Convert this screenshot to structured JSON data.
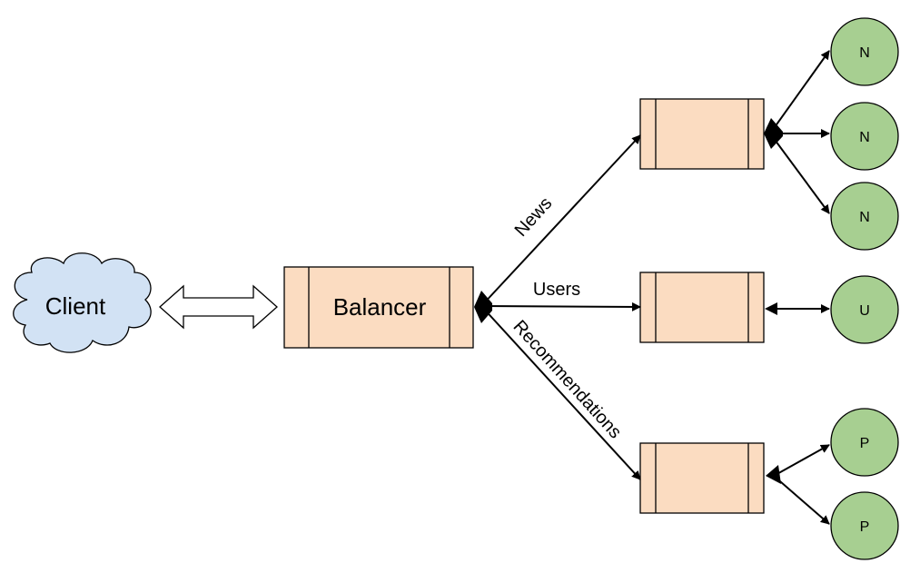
{
  "colors": {
    "process_fill": "#fbdcc1",
    "process_stroke": "#000000",
    "circle_fill": "#a7cf91",
    "circle_stroke": "#000000",
    "cloud_fill": "#d2e2f4",
    "cloud_stroke": "#000000",
    "line": "#000000"
  },
  "client": {
    "label": "Client"
  },
  "balancer": {
    "label": "Balancer"
  },
  "edges": {
    "news": "News",
    "users": "Users",
    "recommendations": "Recommendations"
  },
  "nodes": {
    "news": [
      "N",
      "N",
      "N"
    ],
    "users": [
      "U"
    ],
    "recommendations": [
      "P",
      "P"
    ]
  }
}
